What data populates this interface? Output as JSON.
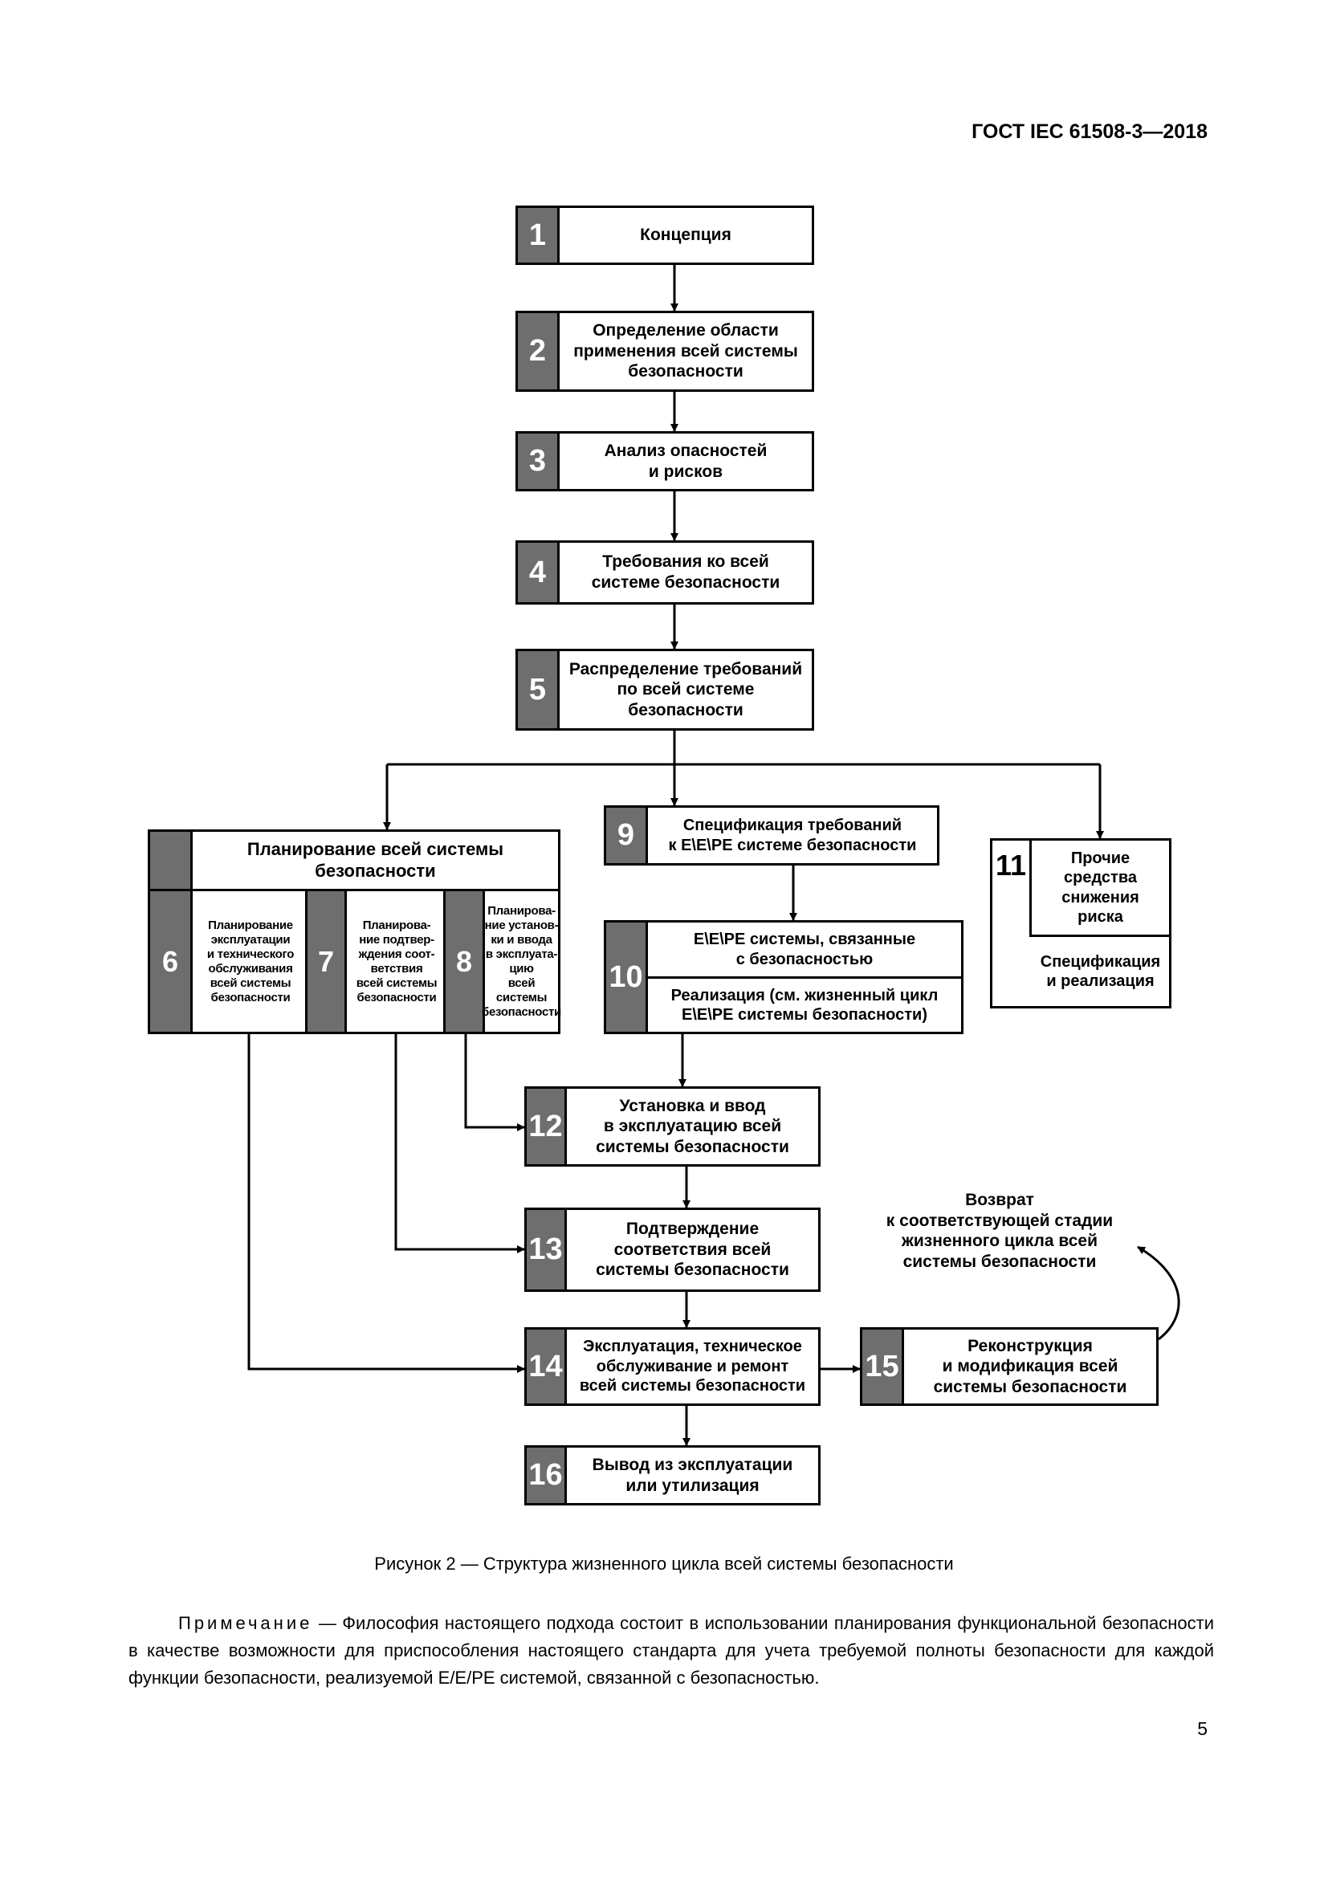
{
  "header": {
    "doc_id": "ГОСТ IEC 61508-3—2018"
  },
  "diagram": {
    "box1": {
      "num": "1",
      "text": "Концепция"
    },
    "box2": {
      "num": "2",
      "text": "Определение области\nприменения всей системы\nбезопасности"
    },
    "box3": {
      "num": "3",
      "text": "Анализ опасностей\nи рисков"
    },
    "box4": {
      "num": "4",
      "text": "Требования ко всей\nсистеме безопасности"
    },
    "box5": {
      "num": "5",
      "text": "Распределение требований\nпо всей системе\nбезопасности"
    },
    "planning": {
      "title": "Планирование всей системы\nбезопасности",
      "box6": {
        "num": "6",
        "text": "Планирование\nэксплуатации\nи технического\nобслуживания\nвсей системы\nбезопасности"
      },
      "box7": {
        "num": "7",
        "text": "Планирова-\nние подтвер-\nждения соот-\nветствия\nвсей системы\nбезопасности"
      },
      "box8": {
        "num": "8",
        "text": "Планирова-\nние установ-\nки и ввода\nв эксплуата-\nцию\nвсей системы\nбезопасности"
      }
    },
    "box9": {
      "num": "9",
      "text": "Спецификация требований\nк E\\E\\PE системе безопасности"
    },
    "box10": {
      "num": "10",
      "top": "E\\E\\PE системы, связанные\nс безопасностью",
      "bottom": "Реализация (см. жизненный цикл\nE\\E\\PE системы безопасности)"
    },
    "box11": {
      "num": "11",
      "top": "Прочие\nсредства\nснижения\nриска",
      "bottom": "Спецификация\nи реализация"
    },
    "box12": {
      "num": "12",
      "text": "Установка и ввод\nв эксплуатацию всей\nсистемы безопасности"
    },
    "box13": {
      "num": "13",
      "text": "Подтверждение\nсоответствия всей\nсистемы безопасности"
    },
    "box14": {
      "num": "14",
      "text": "Эксплуатация, техническое\nобслуживание и ремонт\nвсей системы безопасности"
    },
    "box15": {
      "num": "15",
      "text": "Реконструкция\nи модификация всей\nсистемы безопасности"
    },
    "box16": {
      "num": "16",
      "text": "Вывод из эксплуатации\nили утилизация"
    },
    "return_label": "Возврат\nк соответствующей стадии\nжизненного цикла всей\nсистемы безопасности"
  },
  "caption": "Рисунок 2 — Структура жизненного цикла всей системы безопасности",
  "note": {
    "label": "Примечание",
    "text": " — Философия настоящего подхода состоит в использовании планирования функциональной безопасности в качестве возможности для приспособления настоящего стандарта для учета требуемой полноты безопасности для каждой функции безопасности, реализуемой E/E/PE системой, связанной с безопасностью."
  },
  "page_number": "5"
}
